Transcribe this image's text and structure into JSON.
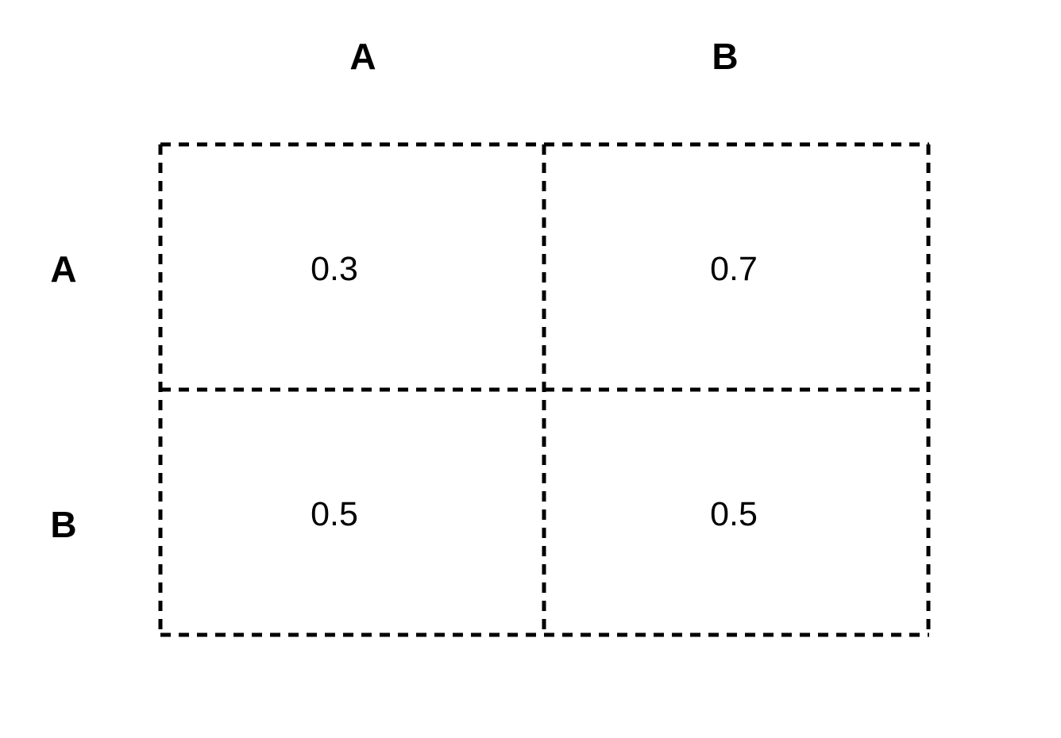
{
  "matrix": {
    "column_headers": [
      "A",
      "B"
    ],
    "row_headers": [
      "A",
      "B"
    ],
    "cells": [
      [
        "0.3",
        "0.7"
      ],
      [
        "0.5",
        "0.5"
      ]
    ]
  },
  "colors": {
    "line": "#000000",
    "background": "#ffffff"
  }
}
